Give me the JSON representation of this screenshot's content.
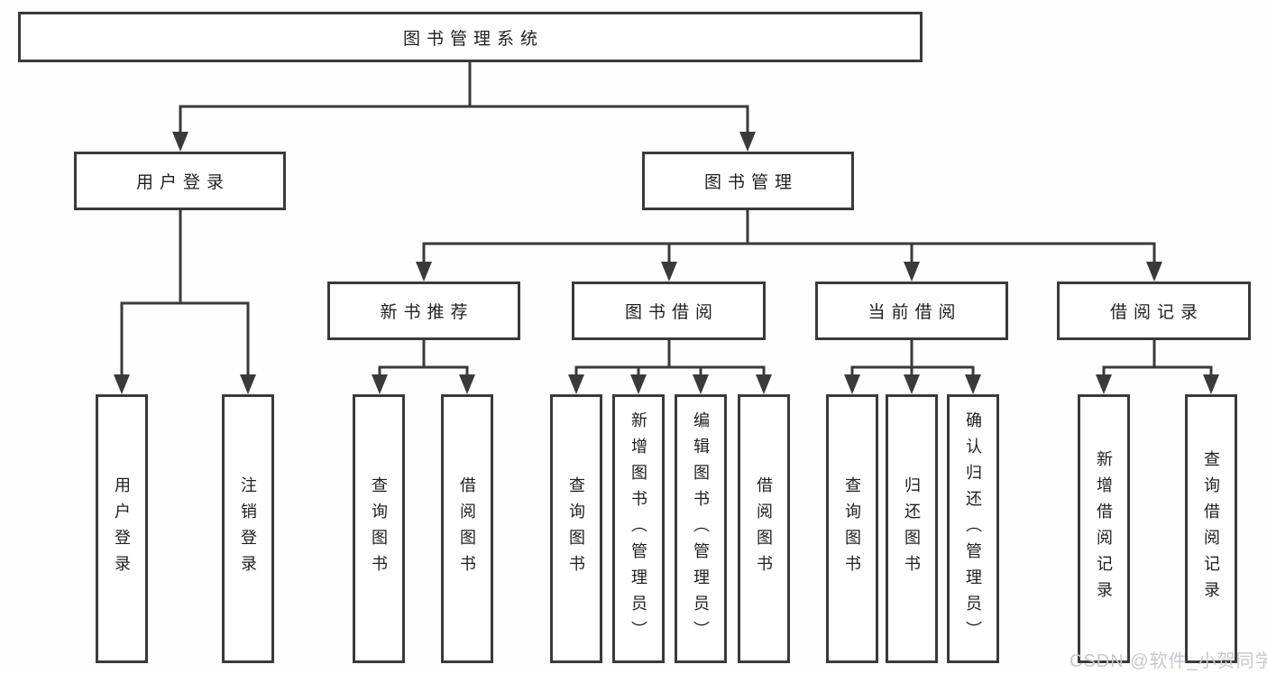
{
  "tree": {
    "root": {
      "label": "图书管理系统"
    },
    "branches": [
      {
        "label": "用户登录",
        "children": [
          {
            "label": "用户登录"
          },
          {
            "label": "注销登录"
          }
        ]
      },
      {
        "label": "图书管理",
        "children": [
          {
            "label": "新书推荐",
            "children": [
              {
                "label": "查询图书"
              },
              {
                "label": "借阅图书"
              }
            ]
          },
          {
            "label": "图书借阅",
            "children": [
              {
                "label": "查询图书"
              },
              {
                "label": "新增图书（管理员）"
              },
              {
                "label": "编辑图书（管理员）"
              },
              {
                "label": "借阅图书"
              }
            ]
          },
          {
            "label": "当前借阅",
            "children": [
              {
                "label": "查询图书"
              },
              {
                "label": "归还图书"
              },
              {
                "label": "确认归还（管理员）"
              }
            ]
          },
          {
            "label": "借阅记录",
            "children": [
              {
                "label": "新增借阅记录"
              },
              {
                "label": "查询借阅记录"
              }
            ]
          }
        ]
      }
    ]
  },
  "watermark": {
    "text": "CSDN @软件_小贺同学"
  },
  "colors": {
    "line": "#3a3a3a",
    "text": "#1f1f1f",
    "box_bg": "#ffffff",
    "canvas_bg": "#fefefe",
    "watermark": "#c7c7d0"
  }
}
